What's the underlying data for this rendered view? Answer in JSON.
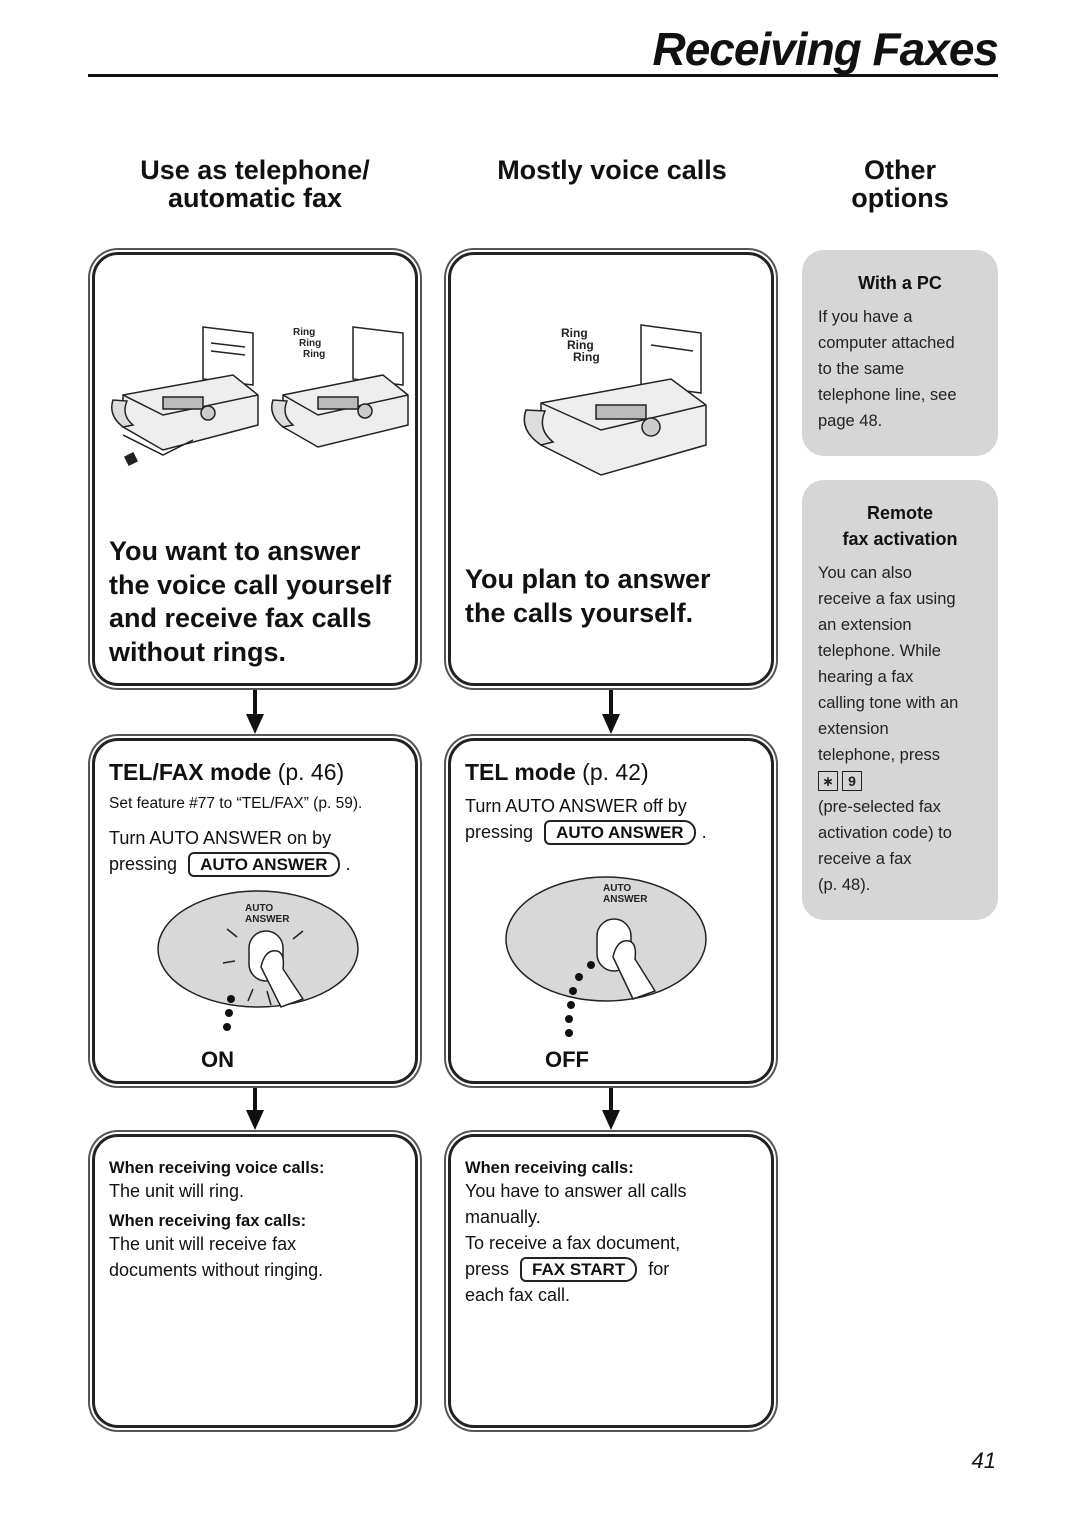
{
  "page_title": "Receiving Faxes",
  "columns": {
    "col1": {
      "heading_line1": "Use as telephone/",
      "heading_line2": "automatic fax"
    },
    "col2": {
      "heading": "Mostly voice calls"
    },
    "col3": {
      "heading_line1": "Other",
      "heading_line2": "options"
    }
  },
  "illustration_text": {
    "ring": "Ring"
  },
  "col1": {
    "summary": [
      "You want to answer",
      "the voice call yourself",
      "and receive fax calls",
      "without rings."
    ],
    "mode_name": "TEL/FAX mode",
    "mode_page": "(p. 46)",
    "note": "Set feature #77 to “TEL/FAX” (p. 59).",
    "instruction_line1": "Turn AUTO ANSWER on by",
    "instruction_pressing": "pressing",
    "key_label": "AUTO ANSWER",
    "period": ".",
    "button_label_line1": "AUTO",
    "button_label_line2": "ANSWER",
    "state": "ON",
    "result_voice_label": "When receiving voice calls:",
    "result_voice_text": "The unit will ring.",
    "result_fax_label": "When receiving fax calls:",
    "result_fax_line1": "The unit will receive fax",
    "result_fax_line2": "documents without ringing."
  },
  "col2": {
    "summary": [
      "You plan to answer",
      "the calls yourself."
    ],
    "mode_name": "TEL mode",
    "mode_page": "(p. 42)",
    "instruction_line1": "Turn AUTO ANSWER off by",
    "instruction_pressing": "pressing",
    "key_label": "AUTO ANSWER",
    "period": ".",
    "button_label_line1": "AUTO",
    "button_label_line2": "ANSWER",
    "state": "OFF",
    "result_label": "When receiving calls:",
    "result_line1": "You have to answer all calls",
    "result_line2": "manually.",
    "result_line3": "To receive a fax document,",
    "result_press": "press",
    "fax_key_label": "FAX START",
    "result_for": "for",
    "result_line5": "each fax call."
  },
  "side": {
    "pc_title": "With a PC",
    "pc_text": [
      "If you have a",
      "computer attached",
      "to the same",
      "telephone line, see",
      "page 48."
    ],
    "remote_title_line1": "Remote",
    "remote_title_line2": "fax activation",
    "remote_text": [
      "You can also",
      "receive a fax using",
      "an extension",
      "telephone. While",
      "hearing a fax",
      "calling tone with an",
      "extension",
      "telephone, press"
    ],
    "key_star": "∗",
    "key_nine": "9",
    "remote_text2": [
      "(pre-selected fax",
      "activation code) to",
      "receive a fax"
    ],
    "remote_page": "(p. 48)."
  },
  "page_number": "41"
}
